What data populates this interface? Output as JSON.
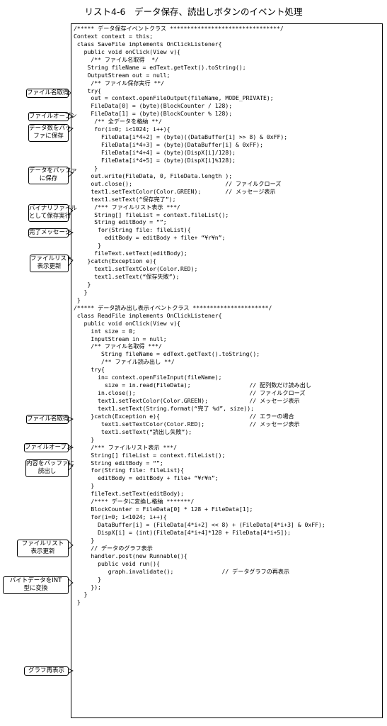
{
  "title": "リスト4-6　データ保存、読出しボタンのイベント処理",
  "code_lines": [
    "/***** データ保存イベントクラス ********************************/",
    "Context context = this;",
    " class SaveFile implements OnClickListener{",
    "   public void onClick(View v){",
    "     /** ファイル名取得  */",
    "    String fileName = edText.getText().toString();",
    "    OutputStream out = null;",
    "     /** ファイル保存実行 **/",
    "    try{",
    "     out = context.openFileOutput(fileName, MODE_PRIVATE);",
    "     FileData[0] = (byte)(BlockCounter / 128);",
    "     FileData[1] = (byte)(BlockCounter % 128);",
    "      /** 全データを格納 **/",
    "      for(i=0; i<1024; i++){",
    "        FileData[i*4+2] = (byte)((DataBuffer[i] >> 8) & 0xFF);",
    "        FileData[i*4+3] = (byte)(DataBuffer[i] & 0xFF);",
    "        FileData[i*4+4] = (byte)(DispX[i]/128);",
    "        FileData[i*4+5] = (byte)(DispX[i]%128);",
    "      }",
    "     out.write(FileData, 0, FileData.length );",
    "     out.close();                           // ファイルクローズ",
    "     text1.setTextColor(Color.GREEN);       // メッセージ表示",
    "     text1.setText(“保存完了”);",
    "      /*** ファイルリスト表示 ***/",
    "      String[] fileList = context.fileList();",
    "      String editBody = “”;",
    "       for(String file: fileList){",
    "         editBody = editBody + file+ “¥r¥n”;",
    "       }",
    "      fileText.setText(editBody);",
    "    }catch(Exception e){",
    "      text1.setTextColor(Color.RED);",
    "      text1.setText(“保存失敗”);",
    "    }",
    "   }",
    " }",
    "/***** データ読み出し表示イベントクラス **********************/",
    " class ReadFile implements OnClickListener{",
    "   public void onClick(View v){",
    "     int size = 0;",
    "     InputStream in = null;",
    "     /** ファイル名取得 ***/",
    "        String fileName = edText.getText().toString();",
    "        /** ファイル読み出し **/",
    "     try{",
    "       in= context.openFileInput(fileName);",
    "         size = in.read(FileData);                 // 配列数だけ読み出し",
    "       in.close();                                 // ファイルクローズ",
    "       text1.setTextColor(Color.GREEN);            // メッセージ表示",
    "       text1.setText(String.format(“完了 %d”, size));",
    "     }catch(Exception e){                          // エラーの場合",
    "        text1.setTextColor(Color.RED);             // メッセージ表示",
    "        text1.setText(“読出し失敗”);",
    "     }",
    "     /*** ファイルリスト表示 ***/",
    "     String[] fileList = context.fileList();",
    "     String editBody = “”;",
    "     for(String file: fileList){",
    "       editBody = editBody + file+ “¥r¥n”;",
    "     }",
    "     fileText.setText(editBody);",
    "     /**** データに変換し格納 *******/",
    "     BlockCounter = FileData[0] * 128 + FileData[1];",
    "     for(i=0; i<1024; i++){",
    "       DataBuffer[i] = (FileData[4*i+2] << 8) + (FileData[4*i+3] & 0xFF);",
    "       DispX[i] = (int)(FileData[4*i+4]*128 + FileData[4*i+5]);",
    "     }",
    "     // データのグラフ表示",
    "     handler.post(new Runnable(){",
    "       public void run(){",
    "          graph.invalidate();              // データグラフの再表示",
    "       }",
    "     });",
    "   }",
    " }"
  ],
  "callouts": [
    "ファイル名取得",
    "ファイルオープン",
    "データ数をバッ\nファに保存",
    "データをバッファ\nに保存",
    "バイナリファイル\nとして保存実行",
    "完了メッセージ",
    "ファイルリスト\n表示更新",
    "ファイル名取得",
    "ファイルオープン",
    "内容をバッファに\n読出し",
    "ファイルリスト\n表示更新",
    "バイトデータをINT\n型に変換",
    "グラフ再表示"
  ]
}
